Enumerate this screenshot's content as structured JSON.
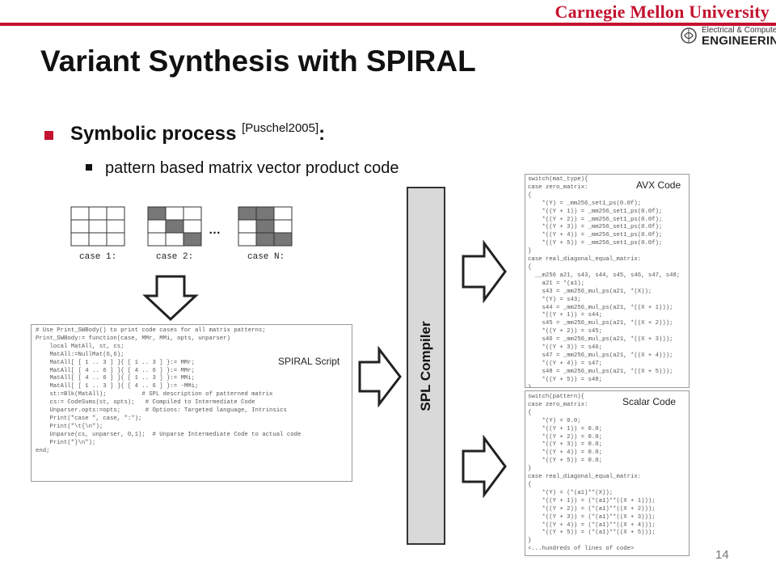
{
  "header": {
    "university": "Carnegie Mellon University",
    "dept_line1": "Electrical & Computer",
    "dept_line2": "ENGINEERING",
    "accent_color": "#c41230"
  },
  "slide": {
    "title": "Variant Synthesis with SPIRAL",
    "bullet1": {
      "text": "Symbolic process ",
      "citation": "[Puschel2005]",
      "suffix": ":"
    },
    "bullet2": "pattern based matrix vector product code",
    "page_number": "14"
  },
  "patterns": {
    "labels": [
      "case 1:",
      "case 2:",
      "case N:"
    ],
    "ellipsis": "…"
  },
  "spiral_script": {
    "label": "SPIRAL Script",
    "code": "# Use Print_SWBody() to print code cases for all matrix patterns;\nPrint_SWBody:= function(case, MMr, MMi, opts, unparser)\n    local MatAll, st, cs;\n    MatAll:=NullMat(6,6);\n    MatAll[ [ 1 .. 3 ] ]{ [ 1 .. 3 ] }:= MMr;\n    MatAll[ [ 4 .. 6 ] ]{ [ 4 .. 6 ] }:= MMr;\n    MatAll[ [ 4 .. 6 ] ]{ [ 1 .. 3 ] }:= MMi;\n    MatAll[ [ 1 .. 3 ] ]{ [ 4 .. 6 ] }:= -MMi;\n    st:=Blk(MatAll);          # SPL description of patterned matrix\n    cs:= CodeSums(st, opts);   # Compiled to Intermediate Code\n    Unparser.opts:=opts;       # Options: Targeted language, Intrinsics\n    Print(\"case \", case, \":\");\n    Print(\"\\t{\\n\");\n    Unparse(cs, unparser, 0,1);  # Unparse Intermediate Code to actual code\n    Print(\"}\\n\");\nend;"
  },
  "compiler": {
    "label": "SPL Compiler"
  },
  "avx_code": {
    "label": "AVX Code",
    "code": "switch(mat_type){\ncase zero_matrix:\n{\n    *(Y) = _mm256_set1_ps(0.0f);\n    *((Y + 1)) = _mm256_set1_ps(0.0f);\n    *((Y + 2)) = _mm256_set1_ps(0.0f);\n    *((Y + 3)) = _mm256_set1_ps(0.0f);\n    *((Y + 4)) = _mm256_set1_ps(0.0f);\n    *((Y + 5)) = _mm256_set1_ps(0.0f);\n}\ncase real_diagonal_equal_matrix:\n{\n  __m256 a21, s43, s44, s45, s46, s47, s48;\n    a21 = *(a1);\n    s43 = _mm256_mul_ps(a21, *(X));\n    *(Y) = s43;\n    s44 = _mm256_mul_ps(a21, *((X + 1)));\n    *((Y + 1)) = s44;\n    s45 = _mm256_mul_ps(a21, *((X + 2)));\n    *((Y + 2)) = s45;\n    s46 = _mm256_mul_ps(a21, *((X + 3)));\n    *((Y + 3)) = s46;\n    s47 = _mm256_mul_ps(a21, *((X + 4)));\n    *((Y + 4)) = s47;\n    s48 = _mm256_mul_ps(a21, *((X + 5)));\n    *((Y + 5)) = s48;\n}\n<...hundreds of lines of code>"
  },
  "scalar_code": {
    "label": "Scalar Code",
    "code": "switch(pattern){\ncase zero_matrix:\n{\n    *(Y) = 0.0;\n    *((Y + 1)) = 0.0;\n    *((Y + 2)) = 0.0;\n    *((Y + 3)) = 0.0;\n    *((Y + 4)) = 0.0;\n    *((Y + 5)) = 0.0;\n}\ncase real_diagonal_equal_matrix:\n{\n    *(Y) = (*(a1)**(X));\n    *((Y + 1)) = (*(a1)**((X + 1)));\n    *((Y + 2)) = (*(a1)**((X + 2)));\n    *((Y + 3)) = (*(a1)**((X + 3)));\n    *((Y + 4)) = (*(a1)**((X + 4)));\n    *((Y + 5)) = (*(a1)**((X + 5)));\n}\n<...hundreds of lines of code>"
  }
}
